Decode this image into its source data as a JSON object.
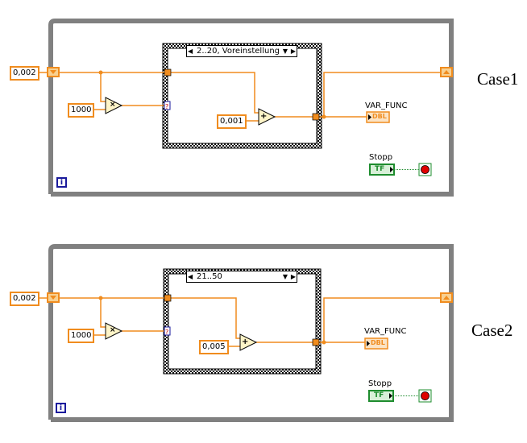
{
  "diagrams": [
    {
      "title": "Case1",
      "input_constant": "0,002",
      "multiplier_constant": "1000",
      "multiply_op": "×",
      "case_selector_label": "2..20, Voreinstellung",
      "add_constant": "0,001",
      "add_op": "+",
      "indicator_label": "VAR_FUNC",
      "indicator_type": "DBL",
      "stop_label": "Stopp",
      "stop_type": "TF",
      "iteration_label": "i"
    },
    {
      "title": "Case2",
      "input_constant": "0,002",
      "multiplier_constant": "1000",
      "multiply_op": "×",
      "case_selector_label": "21..50",
      "add_constant": "0,005",
      "add_op": "+",
      "indicator_label": "VAR_FUNC",
      "indicator_type": "DBL",
      "stop_label": "Stopp",
      "stop_type": "TF",
      "iteration_label": "i"
    }
  ],
  "colors": {
    "wire_double": "#f08c1e",
    "while_loop_frame": "#808080",
    "boolean": "#1e8c2e",
    "stop_red": "#e00000",
    "iteration_blue": "#1a1a9c"
  },
  "icons": {
    "shift_register_left": "triangle-down",
    "shift_register_right": "triangle-up",
    "selector_prev": "◀",
    "selector_next": "▶",
    "selector_dropdown": "▼"
  }
}
